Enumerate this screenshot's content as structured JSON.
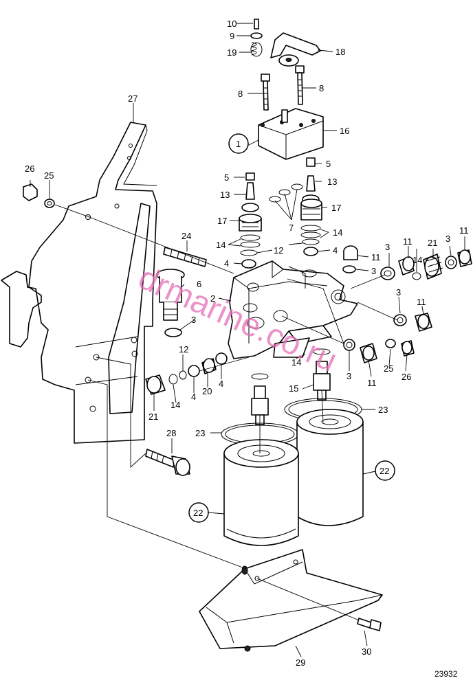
{
  "figure_number": "23932",
  "watermark": "drmarine.co.ru",
  "callouts": [
    {
      "id": "c10",
      "text": "10"
    },
    {
      "id": "c9",
      "text": "9"
    },
    {
      "id": "c19",
      "text": "19"
    },
    {
      "id": "c18",
      "text": "18"
    },
    {
      "id": "c8a",
      "text": "8"
    },
    {
      "id": "c8b",
      "text": "8"
    },
    {
      "id": "c16",
      "text": "16"
    },
    {
      "id": "c27",
      "text": "27"
    },
    {
      "id": "c1",
      "text": "1"
    },
    {
      "id": "c5a",
      "text": "5"
    },
    {
      "id": "c5b",
      "text": "5"
    },
    {
      "id": "c13a",
      "text": "13"
    },
    {
      "id": "c13b",
      "text": "13"
    },
    {
      "id": "c26a",
      "text": "26"
    },
    {
      "id": "c25a",
      "text": "25"
    },
    {
      "id": "c17a",
      "text": "17"
    },
    {
      "id": "c17b",
      "text": "17"
    },
    {
      "id": "c7",
      "text": "7"
    },
    {
      "id": "c14a",
      "text": "14"
    },
    {
      "id": "c14b",
      "text": "14"
    },
    {
      "id": "c12a",
      "text": "12"
    },
    {
      "id": "c4a",
      "text": "4"
    },
    {
      "id": "c4b",
      "text": "4"
    },
    {
      "id": "c24",
      "text": "24"
    },
    {
      "id": "c11a",
      "text": "11"
    },
    {
      "id": "c11b",
      "text": "11"
    },
    {
      "id": "c11c",
      "text": "11"
    },
    {
      "id": "c11d",
      "text": "11"
    },
    {
      "id": "c11e",
      "text": "11"
    },
    {
      "id": "c3a",
      "text": "3"
    },
    {
      "id": "c3b",
      "text": "3"
    },
    {
      "id": "c3c",
      "text": "3"
    },
    {
      "id": "c3d",
      "text": "3"
    },
    {
      "id": "c3e",
      "text": "3"
    },
    {
      "id": "c3f",
      "text": "3"
    },
    {
      "id": "c21a",
      "text": "21"
    },
    {
      "id": "c21b",
      "text": "21"
    },
    {
      "id": "c14c",
      "text": "14"
    },
    {
      "id": "c14d",
      "text": "14"
    },
    {
      "id": "c14e",
      "text": "14"
    },
    {
      "id": "c6",
      "text": "6"
    },
    {
      "id": "c2",
      "text": "2"
    },
    {
      "id": "c25b",
      "text": "25"
    },
    {
      "id": "c26b",
      "text": "26"
    },
    {
      "id": "c12b",
      "text": "12"
    },
    {
      "id": "c4c",
      "text": "4"
    },
    {
      "id": "c20",
      "text": "20"
    },
    {
      "id": "c4d",
      "text": "4"
    },
    {
      "id": "c15",
      "text": "15"
    },
    {
      "id": "c23a",
      "text": "23"
    },
    {
      "id": "c23b",
      "text": "23"
    },
    {
      "id": "c28",
      "text": "28"
    },
    {
      "id": "c22a",
      "text": "22"
    },
    {
      "id": "c22b",
      "text": "22"
    },
    {
      "id": "c29",
      "text": "29"
    },
    {
      "id": "c30",
      "text": "30"
    }
  ]
}
